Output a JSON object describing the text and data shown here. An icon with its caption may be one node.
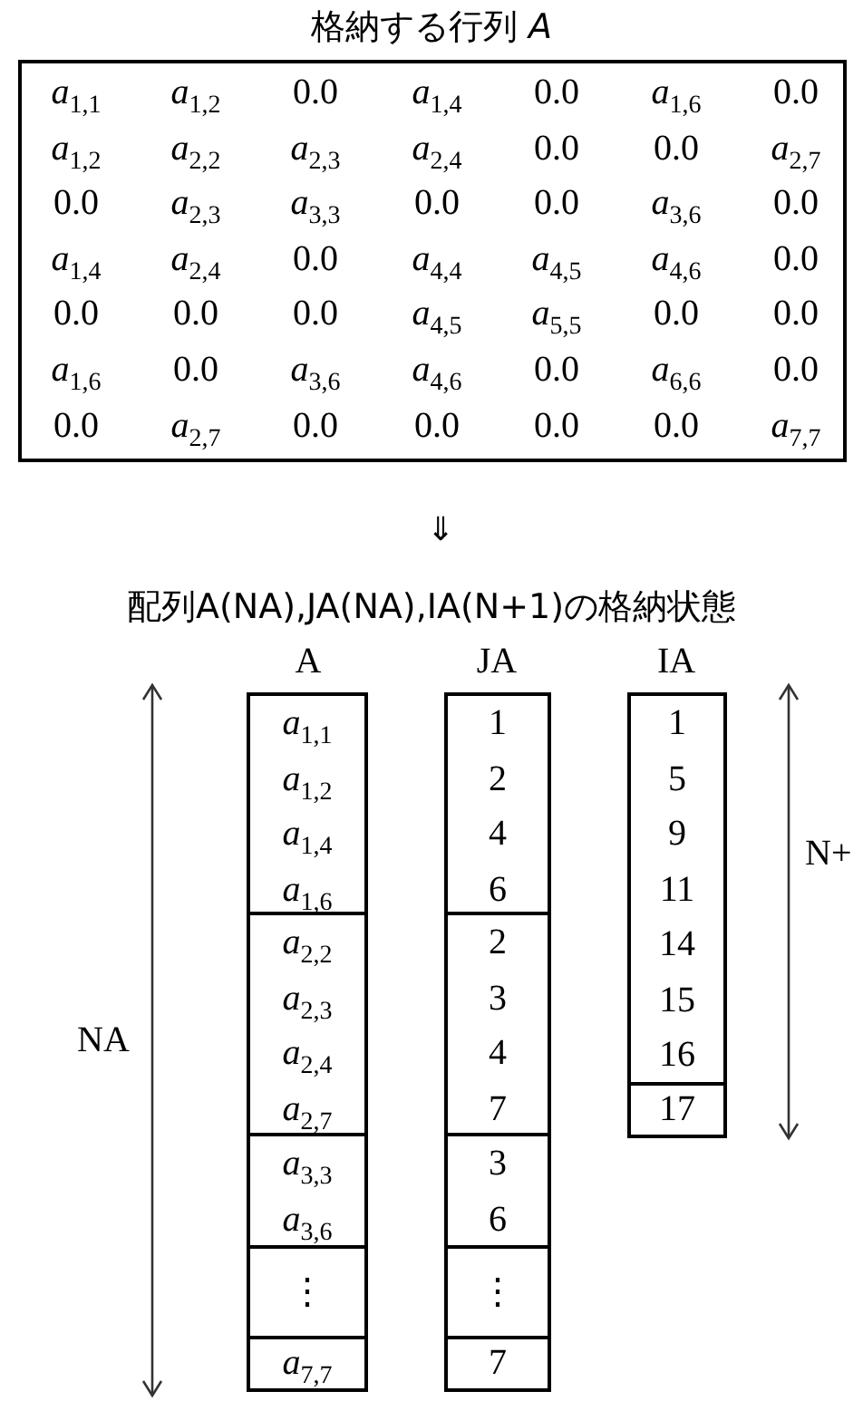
{
  "diagram": {
    "title": "格納する行列 *A*",
    "nodes": [
      {
        "text": [
          "*a*$_{1,1}$",
          "*a*$_{1,2}$",
          "*a*$_{1,4}$",
          "*a*$_{1,6}$"
        ]
      },
      {
        "text": [
          "*a*$_{2,2}$",
          "*a*$_{2,3}$",
          "*a*$_{2,4}$",
          "*a*$_{2,7}$"
        ]
      },
      {
        "text": [
          "*a*$_{3,3}$",
          "*a*$_{3,6}$"
        ]
      },
      {
        "text": [
          "⋮"
        ]
      },
      {
        "text": [
          "*a*$_{7,7}$"
        ]
      },
      {
        "text": [
          "1",
          "2",
          "4",
          "6"
        ]
      },
      {
        "text": [
          "2",
          "3",
          "4",
          "7"
        ]
      },
      {
        "text": [
          "3",
          "6"
        ]
      },
      {
        "text": [
          "⋮"
        ]
      },
      {
        "text": [
          "7"
        ]
      },
      {
        "text": [
          "1",
          "5",
          "9",
          "11",
          "14",
          "15",
          "16"
        ]
      },
      {
        "text": [
          "17"
        ]
      }
    ],
    "labels": [
      "*a*$_{1,1}$",
      "*a*$_{1,2}$",
      "0.0",
      "*a*$_{1,4}$",
      "0.0",
      "*a*$_{1,6}$",
      "0.0",
      "*a*$_{1,2}$",
      "*a*$_{2,2}$",
      "*a*$_{2,3}$",
      "*a*$_{2,4}$",
      "0.0",
      "0.0",
      "*a*$_{2,7}$",
      "0.0",
      "*a*$_{2,3}$",
      "*a*$_{3,3}$",
      "0.0",
      "0.0",
      "*a*$_{3,6}$",
      "0.0",
      "*a*$_{1,4}$",
      "*a*$_{2,4}$",
      "0.0",
      "*a*$_{4,4}$",
      "*a*$_{4,5}$",
      "*a*$_{4,6}$",
      "0.0",
      "0.0",
      "0.0",
      "0.0",
      "*a*$_{4,5}$",
      "*a*$_{5,5}$",
      "0.0",
      "0.0",
      "*a*$_{1,6}$",
      "0.0",
      "*a*$_{3,6}$",
      "*a*$_{4,6}$",
      "0.0",
      "*a*$_{6,6}$",
      "0.0",
      "0.0",
      "*a*$_{2,7}$",
      "0.0",
      "0.0",
      "0.0",
      "0.0",
      "*a*$_{7,7}$",
      "⇓",
      "配列A(NA),JA(NA),IA(N+1)の格納状態",
      "A",
      "JA",
      "IA",
      "N+",
      "NA"
    ]
  }
}
